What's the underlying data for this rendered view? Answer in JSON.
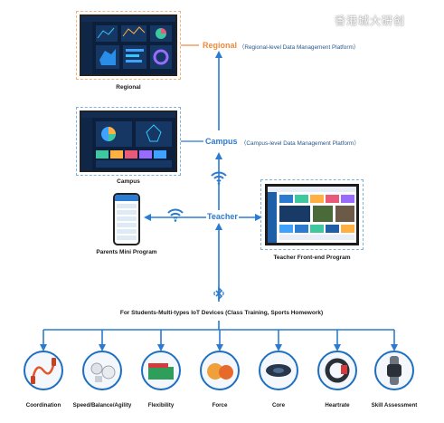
{
  "watermark": "香港城大研创",
  "levels": {
    "regional": {
      "name": "Regional",
      "desc": "（Regional-level Data Management Platform）",
      "caption": "Regional"
    },
    "campus": {
      "name": "Campus",
      "desc": "（Campus-level Data Management Platform）",
      "caption": "Campus"
    },
    "teacher": {
      "name": "Teacher"
    }
  },
  "apps": {
    "parents": "Parents Mini Program",
    "teacher_frontend": "Teacher Front-end Program"
  },
  "devices_title": "For Students-Multi-types IoT Devices (Class Training, Sports Homework)",
  "devices": [
    {
      "label": "Coordination",
      "icon": "jump-rope-icon"
    },
    {
      "label": "Speed/Balance/Agility",
      "icon": "sensor-pods-icon"
    },
    {
      "label": "Flexibility",
      "icon": "sit-and-reach-box-icon"
    },
    {
      "label": "Force",
      "icon": "balls-icon"
    },
    {
      "label": "Core",
      "icon": "core-band-icon"
    },
    {
      "label": "Heartrate",
      "icon": "heartrate-band-icon"
    },
    {
      "label": "Skill Assessment",
      "icon": "smart-watch-icon"
    }
  ],
  "colors": {
    "line": "#2b7bd0",
    "regional_accent": "#f08a3c",
    "campus_accent": "#2b7bd0",
    "screen_bg": "#0c1f3d"
  }
}
